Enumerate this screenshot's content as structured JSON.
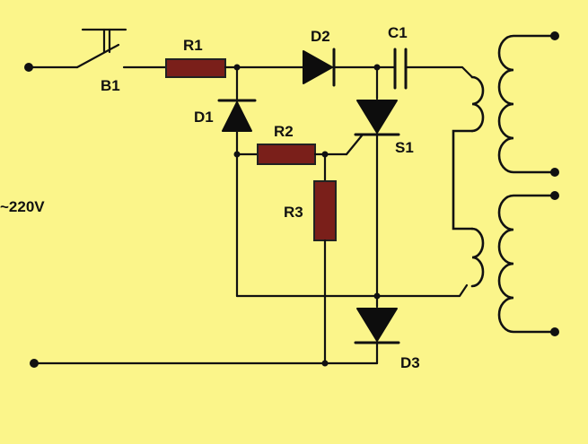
{
  "labels": {
    "b1": "B1",
    "r1": "R1",
    "d2": "D2",
    "c1": "C1",
    "d1": "D1",
    "r2": "R2",
    "s1": "S1",
    "r3": "R3",
    "d3": "D3",
    "voltage": "~220V"
  },
  "colors": {
    "background": "#fbf58a",
    "resistor_fill": "#7a1f1a",
    "wire": "#111111"
  }
}
